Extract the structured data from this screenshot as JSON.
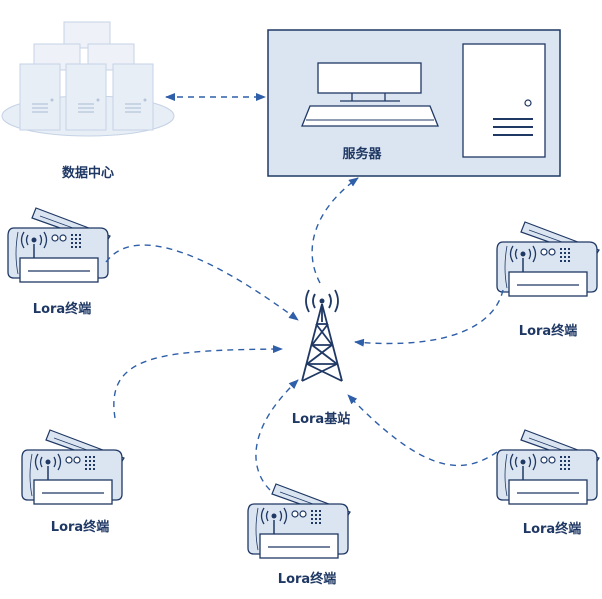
{
  "labels": {
    "data_center": "数据中心",
    "server": "服务器",
    "base_station": "Lora基站",
    "terminal_1": "Lora终端",
    "terminal_2": "Lora终端",
    "terminal_3": "Lora终端",
    "terminal_4": "Lora终端",
    "terminal_5": "Lora终端"
  },
  "colors": {
    "line": "#1f3864",
    "fill": "#dbe5f1",
    "link": "#2e5fa8",
    "label": "#1f3864"
  },
  "icons": [
    "database-server-cluster-icon",
    "server-computer-icon",
    "radio-tower-icon",
    "lora-terminal-icon"
  ]
}
